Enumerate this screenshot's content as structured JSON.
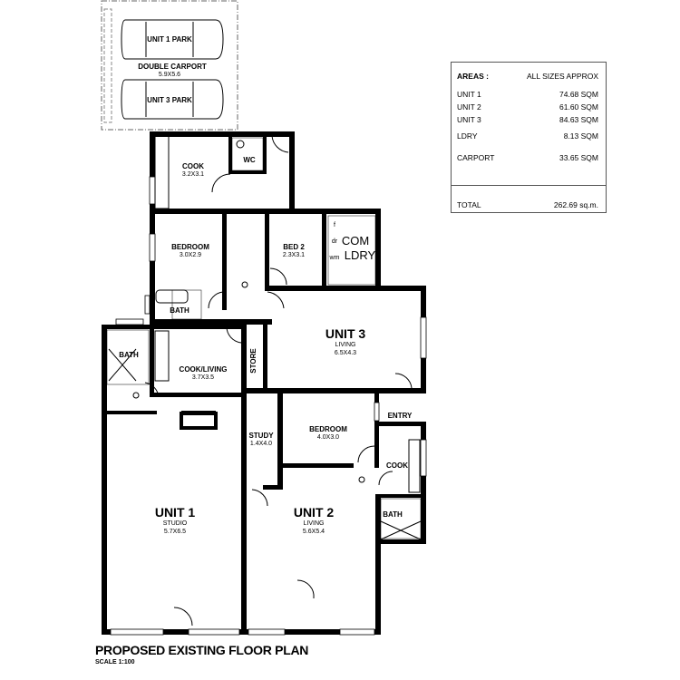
{
  "areas": {
    "heading": "AREAS :",
    "note": "ALL SIZES APPROX",
    "rows": [
      {
        "label": "UNIT 1",
        "value": "74.68 SQM"
      },
      {
        "label": "UNIT 2",
        "value": "61.60 SQM"
      },
      {
        "label": "UNIT 3",
        "value": "84.63 SQM"
      },
      {
        "label": "LDRY",
        "value": "8.13 SQM"
      },
      {
        "label": "CARPORT",
        "value": "33.65 SQM"
      }
    ],
    "total_label": "TOTAL",
    "total_value": "262.69 sq.m."
  },
  "carport": {
    "park1": "UNIT 1 PARK",
    "park3": "UNIT 3 PARK",
    "name": "DOUBLE CARPORT",
    "dims": "5.9X5.6"
  },
  "rooms": {
    "cook3": {
      "name": "COOK",
      "dims": "3.2X3.1"
    },
    "wc": "WC",
    "bedroom3": {
      "name": "BEDROOM",
      "dims": "3.0X2.9"
    },
    "bed2": {
      "name": "BED 2",
      "dims": "2.3X3.1"
    },
    "ldry": {
      "l1": "COM",
      "l2": "LDRY",
      "f": "f",
      "dr": "dr",
      "wm": "wm"
    },
    "bath3": "BATH",
    "unit3": {
      "name": "UNIT 3",
      "sub": "LIVING",
      "dims": "6.5X4.3"
    },
    "bath1": "BATH",
    "cookliving": {
      "name": "COOK/LIVING",
      "dims": "3.7X3.5"
    },
    "store": "STORE",
    "entry": "ENTRY",
    "study": {
      "name": "STUDY",
      "dims": "1.4X4.0"
    },
    "bedroom2": {
      "name": "BEDROOM",
      "dims": "4.0X3.0"
    },
    "cook2": "COOK",
    "bath2": "BATH",
    "unit1": {
      "name": "UNIT 1",
      "sub": "STUDIO",
      "dims": "5.7X6.5"
    },
    "unit2": {
      "name": "UNIT 2",
      "sub": "LIVING",
      "dims": "5.6X5.4"
    }
  },
  "title": "PROPOSED EXISTING FLOOR PLAN",
  "scale": "SCALE 1:100"
}
